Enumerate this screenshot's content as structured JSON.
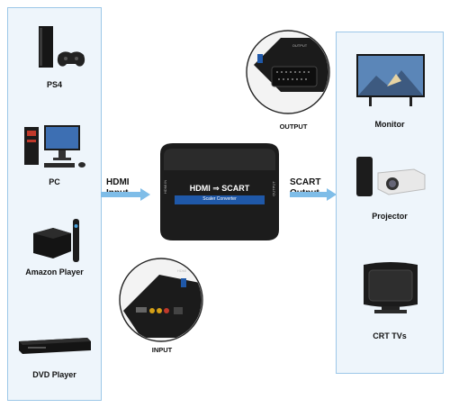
{
  "sources": [
    {
      "label": "PS4"
    },
    {
      "label": "PC"
    },
    {
      "label": "Amazon Player"
    },
    {
      "label": "DVD Player"
    }
  ],
  "displays": [
    {
      "label": "Monitor"
    },
    {
      "label": "Projector"
    },
    {
      "label": "CRT TVs"
    }
  ],
  "input_arrow": {
    "line1": "HDMI",
    "line2": "Input"
  },
  "output_arrow": {
    "line1": "SCART",
    "line2": "Output"
  },
  "converter": {
    "title": "HDMI ⇒ SCART",
    "subtitle": "Scaler Converter",
    "side_label_left": "HDMI IN",
    "side_label_right": "OUTPUT"
  },
  "zoom_output": {
    "caption": "OUTPUT",
    "port_label": "OUTPUT"
  },
  "zoom_input": {
    "caption": "INPUT",
    "port_label": "HDMI"
  },
  "colors": {
    "panel_bg": "#eef5fb",
    "panel_border": "#9cc7e8",
    "arrow": "#7fbde8",
    "device_dark": "#1c1c1c",
    "blue_band": "#1f58a8"
  }
}
